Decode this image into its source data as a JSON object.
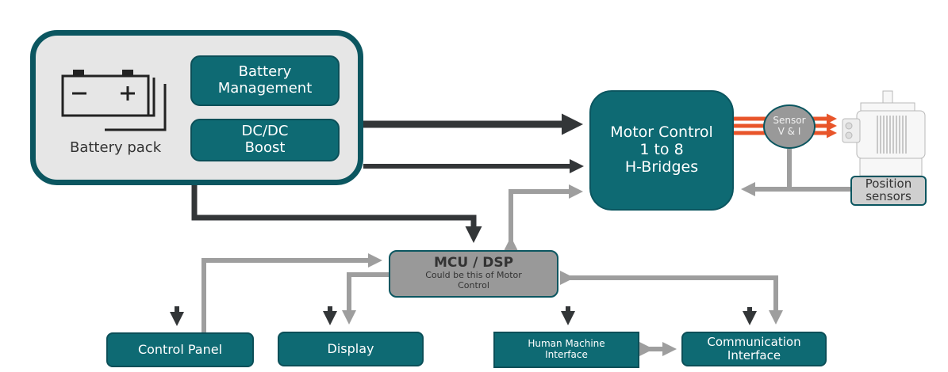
{
  "diagram": {
    "colors": {
      "teal_box": "#0e6a73",
      "teal_border": "#0b5660",
      "dark_arrow": "#333638",
      "gray_arrow": "#9e9e9e",
      "power_line": "#e8552a",
      "pack_fill": "#e6e6e6",
      "mcu_fill": "#999999"
    },
    "battery_pack": {
      "label": "Battery pack",
      "icon": "battery-stack-icon",
      "battery_management": "Battery\nManagement",
      "dcdc_boost": "DC/DC\nBoost"
    },
    "motor_control": {
      "label": "Motor Control\n1 to 8\nH-Bridges"
    },
    "sensor": {
      "label": "Sensor\nV & I"
    },
    "motor": {
      "icon": "electric-motor-icon"
    },
    "position_sensors": {
      "label": "Position\nsensors"
    },
    "mcu": {
      "title": "MCU / DSP",
      "subtitle": "Could be this of Motor\nControl"
    },
    "outputs": {
      "control_panel": "Control Panel",
      "display": "Display",
      "hmi": "Human Machine\nInterface",
      "comm_interface": "Communication\nInterface"
    }
  }
}
